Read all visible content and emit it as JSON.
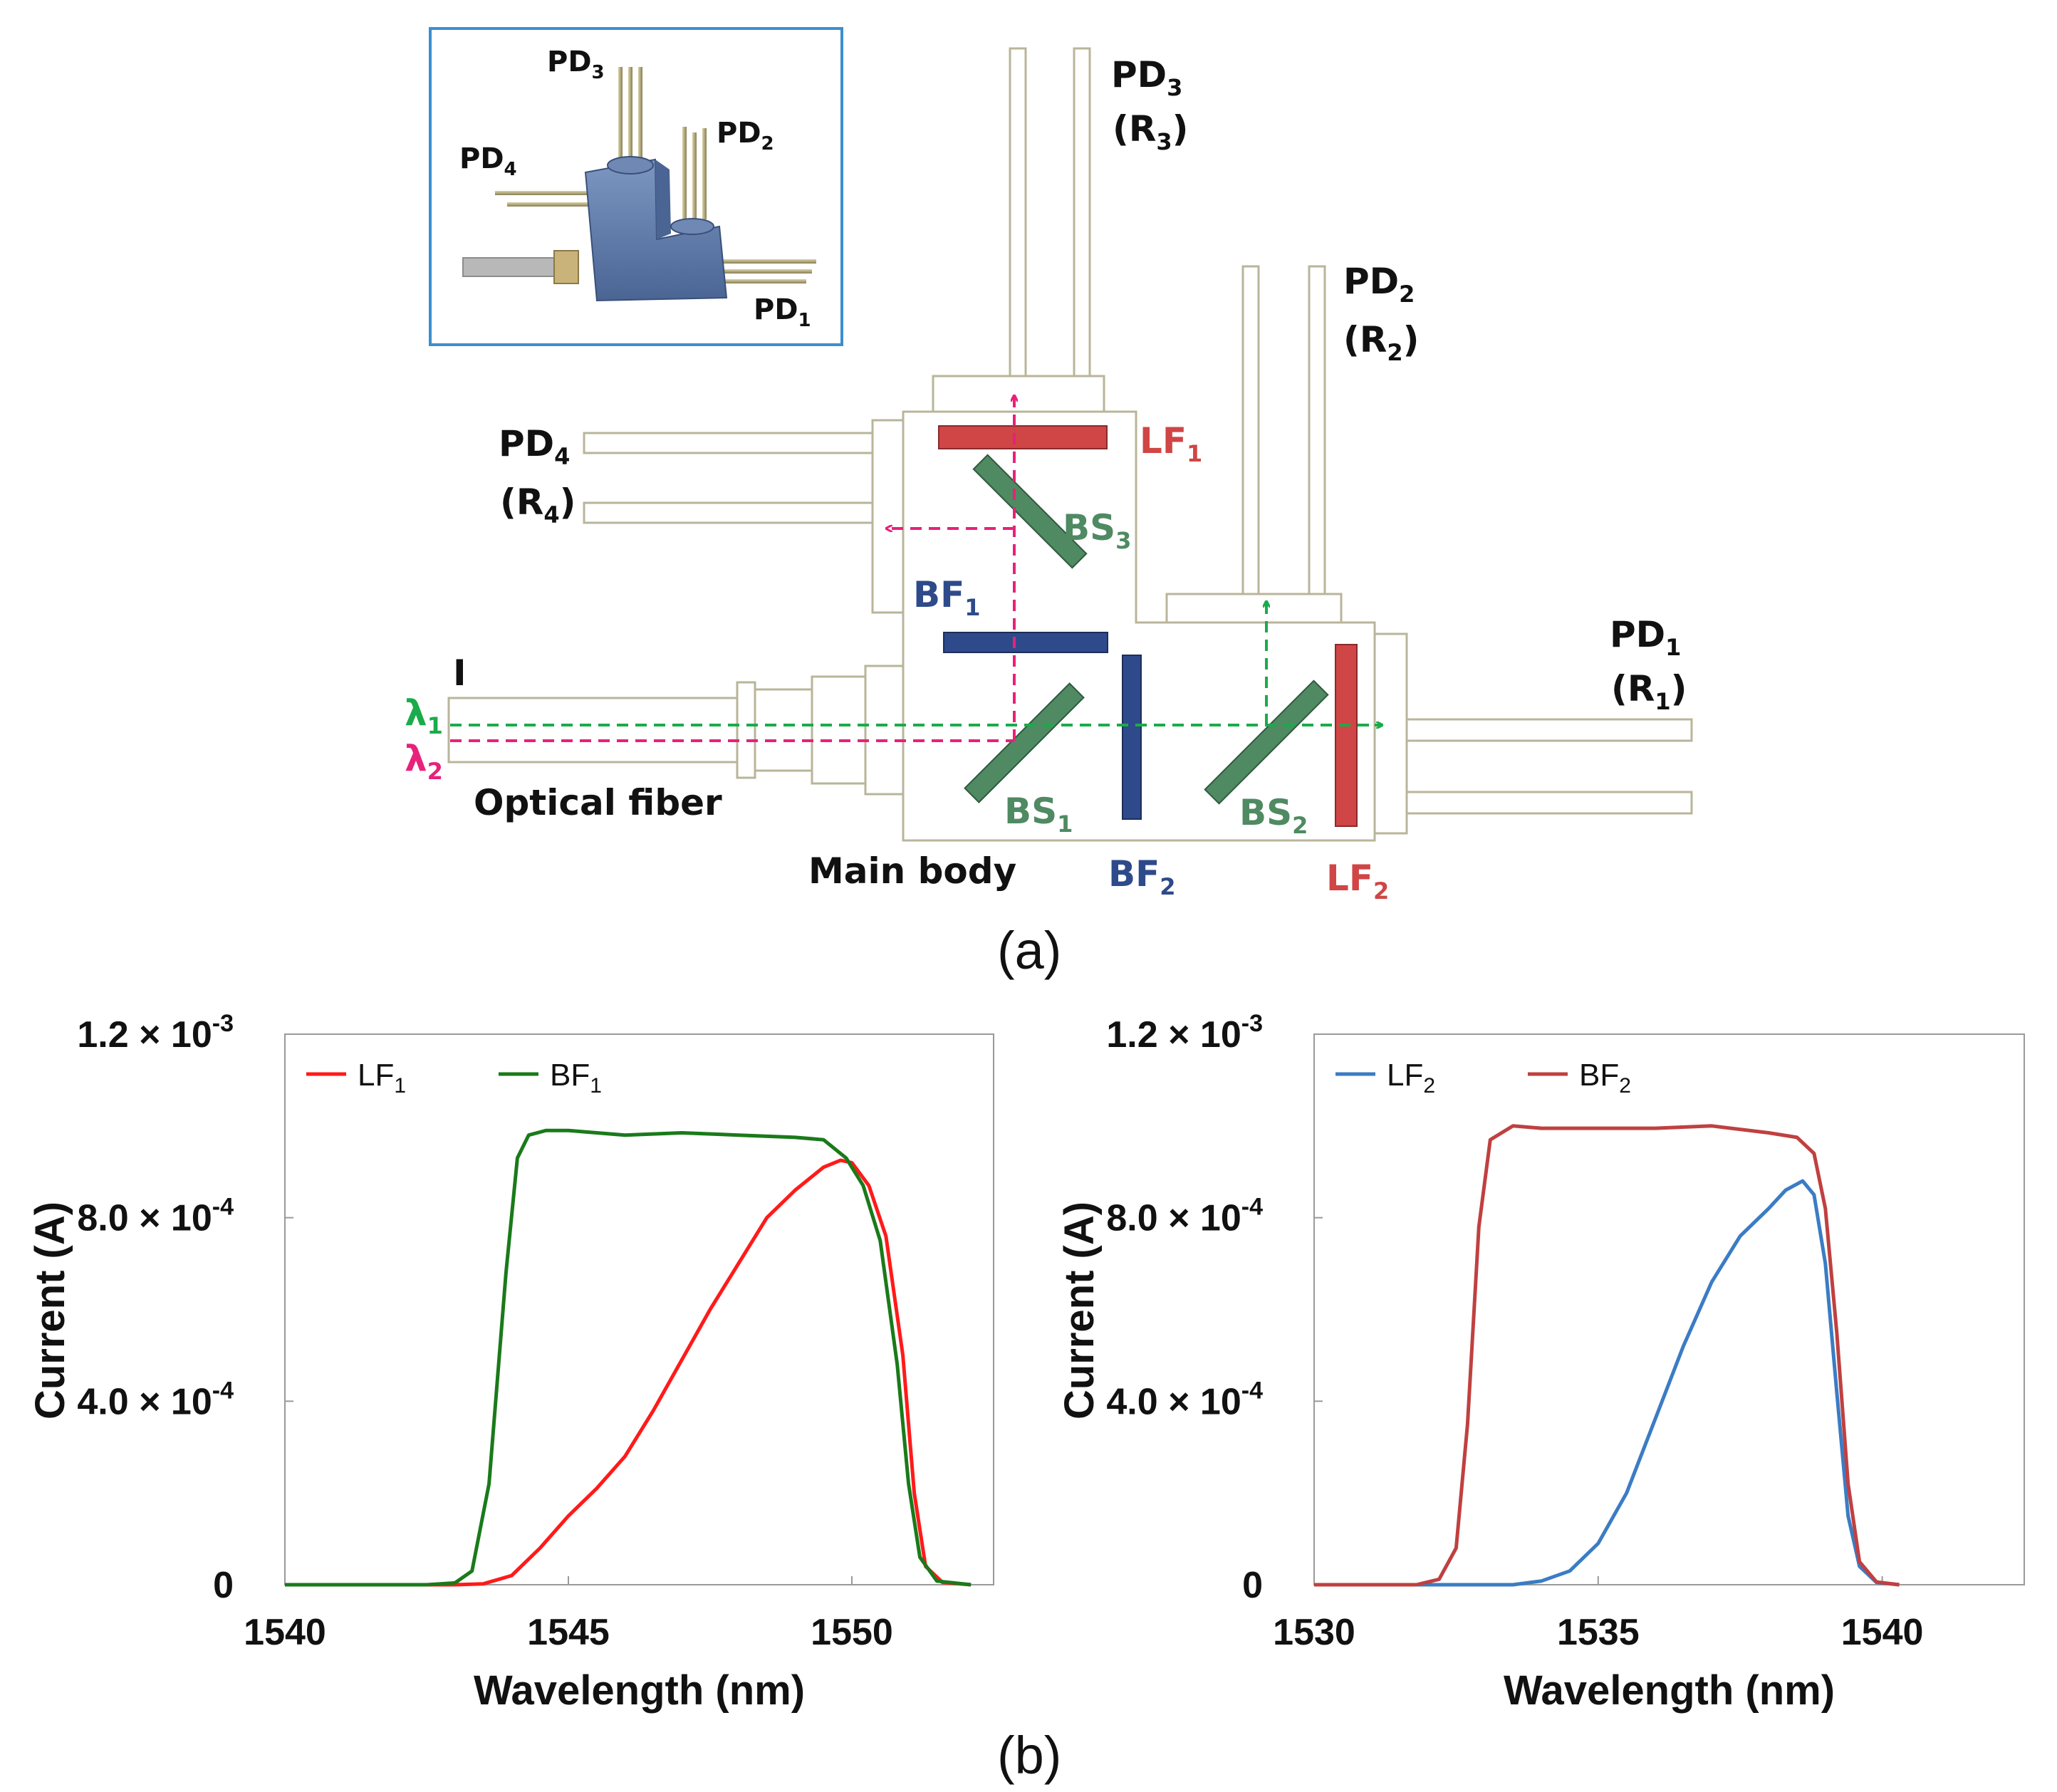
{
  "diagram": {
    "caption_a": "(a)",
    "caption_b": "(b)",
    "labels": {
      "pd1": {
        "base": "PD",
        "sub": "1"
      },
      "r1": {
        "open": "(R",
        "sub": "1",
        "close": ")"
      },
      "pd2": {
        "base": "PD",
        "sub": "2"
      },
      "r2": {
        "open": "(R",
        "sub": "2",
        "close": ")"
      },
      "pd3": {
        "base": "PD",
        "sub": "3"
      },
      "r3": {
        "open": "(R",
        "sub": "3",
        "close": ")"
      },
      "pd4": {
        "base": "PD",
        "sub": "4"
      },
      "r4": {
        "open": "(R",
        "sub": "4",
        "close": ")"
      },
      "lf1": {
        "base": "LF",
        "sub": "1"
      },
      "lf2": {
        "base": "LF",
        "sub": "2"
      },
      "bf1": {
        "base": "BF",
        "sub": "1"
      },
      "bf2": {
        "base": "BF",
        "sub": "2"
      },
      "bs1": {
        "base": "BS",
        "sub": "1"
      },
      "bs2": {
        "base": "BS",
        "sub": "2"
      },
      "bs3": {
        "base": "BS",
        "sub": "3"
      },
      "lambda1": {
        "base": "λ",
        "sub": "1"
      },
      "lambda2": {
        "base": "λ",
        "sub": "2"
      },
      "fiber": "Optical fiber",
      "main_body": "Main body",
      "i_mark": "I",
      "inset_pd1": {
        "base": "PD",
        "sub": "1"
      },
      "inset_pd2": {
        "base": "PD",
        "sub": "2"
      },
      "inset_pd3": {
        "base": "PD",
        "sub": "3"
      },
      "inset_pd4": {
        "base": "PD",
        "sub": "4"
      }
    },
    "colors": {
      "lf": "#d04545",
      "bf": "#2e4a8a",
      "bs": "#4f8a62",
      "green_beam": "#1aab4a",
      "pink_beam": "#e8217a",
      "outline": "#b9b59a",
      "inset_border": "#3b8fcf",
      "block": "#5d7aa8"
    }
  },
  "chart_data": [
    {
      "type": "line",
      "xlabel": "Wavelength (nm)",
      "ylabel": "Current (A)",
      "xlim": [
        1540,
        1552.5
      ],
      "ylim": [
        0,
        0.0012
      ],
      "xticks": [
        "1540",
        "1545",
        "1550"
      ],
      "yticks": [
        {
          "base": "0",
          "exp": ""
        },
        {
          "base": "4.0 × 10",
          "exp": "-4"
        },
        {
          "base": "8.0 × 10",
          "exp": "-4"
        },
        {
          "base": "1.2 × 10",
          "exp": "-3"
        }
      ],
      "legend": "top-left",
      "series": [
        {
          "name": "LF",
          "sub": "1",
          "color": "#ff1a1a",
          "x": [
            1540,
            1543,
            1543.5,
            1544,
            1544.5,
            1545,
            1545.5,
            1546,
            1546.5,
            1547,
            1547.5,
            1548,
            1548.5,
            1549,
            1549.5,
            1549.8,
            1550,
            1550.3,
            1550.6,
            1550.9,
            1551.1,
            1551.3,
            1551.6,
            1552.1
          ],
          "y": [
            0,
            0,
            2e-06,
            2e-05,
            8e-05,
            0.00015,
            0.00021,
            0.00028,
            0.00038,
            0.00049,
            0.0006,
            0.0007,
            0.0008,
            0.00086,
            0.00091,
            0.000925,
            0.00092,
            0.00087,
            0.00076,
            0.0005,
            0.0002,
            4e-05,
            5e-06,
            0
          ]
        },
        {
          "name": "BF",
          "sub": "1",
          "color": "#1a7a1a",
          "x": [
            1540,
            1542.5,
            1543,
            1543.3,
            1543.6,
            1543.9,
            1544.1,
            1544.3,
            1544.6,
            1545,
            1546,
            1547,
            1548,
            1549,
            1549.5,
            1549.9,
            1550.2,
            1550.5,
            1550.8,
            1551,
            1551.2,
            1551.5,
            1552.1
          ],
          "y": [
            0,
            0,
            4e-06,
            3e-05,
            0.00022,
            0.00068,
            0.00093,
            0.00098,
            0.00099,
            0.00099,
            0.00098,
            0.000985,
            0.00098,
            0.000975,
            0.00097,
            0.00093,
            0.00087,
            0.00075,
            0.00048,
            0.00022,
            6e-05,
            8e-06,
            0
          ]
        }
      ]
    },
    {
      "type": "line",
      "xlabel": "Wavelength (nm)",
      "ylabel": "Current (A)",
      "xlim": [
        1530,
        1542.5
      ],
      "ylim": [
        0,
        0.0012
      ],
      "xticks": [
        "1530",
        "1535",
        "1540"
      ],
      "yticks": [
        {
          "base": "0",
          "exp": ""
        },
        {
          "base": "4.0 × 10",
          "exp": "-4"
        },
        {
          "base": "8.0 × 10",
          "exp": "-4"
        },
        {
          "base": "1.2 × 10",
          "exp": "-3"
        }
      ],
      "legend": "top-left",
      "series": [
        {
          "name": "LF",
          "sub": "2",
          "color": "#3b7cc4",
          "x": [
            1530,
            1533.5,
            1534,
            1534.5,
            1535,
            1535.5,
            1536,
            1536.5,
            1537,
            1537.5,
            1538,
            1538.3,
            1538.6,
            1538.8,
            1539,
            1539.2,
            1539.4,
            1539.6,
            1539.9,
            1540.3
          ],
          "y": [
            0,
            0,
            8e-06,
            3e-05,
            9e-05,
            0.0002,
            0.00036,
            0.00052,
            0.00066,
            0.00076,
            0.00082,
            0.00086,
            0.00088,
            0.00085,
            0.0007,
            0.00042,
            0.00015,
            4e-05,
            5e-06,
            0
          ]
        },
        {
          "name": "BF",
          "sub": "2",
          "color": "#c04040",
          "x": [
            1530,
            1531.8,
            1532.2,
            1532.5,
            1532.7,
            1532.9,
            1533.1,
            1533.5,
            1534,
            1535,
            1536,
            1537,
            1538,
            1538.5,
            1538.8,
            1539,
            1539.2,
            1539.4,
            1539.6,
            1539.9,
            1540.3
          ],
          "y": [
            0,
            0,
            1.2e-05,
            8e-05,
            0.00035,
            0.00078,
            0.00097,
            0.001,
            0.000995,
            0.000995,
            0.000995,
            0.001,
            0.000985,
            0.000975,
            0.00094,
            0.00082,
            0.00055,
            0.00022,
            5e-05,
            6e-06,
            0
          ]
        }
      ]
    }
  ]
}
